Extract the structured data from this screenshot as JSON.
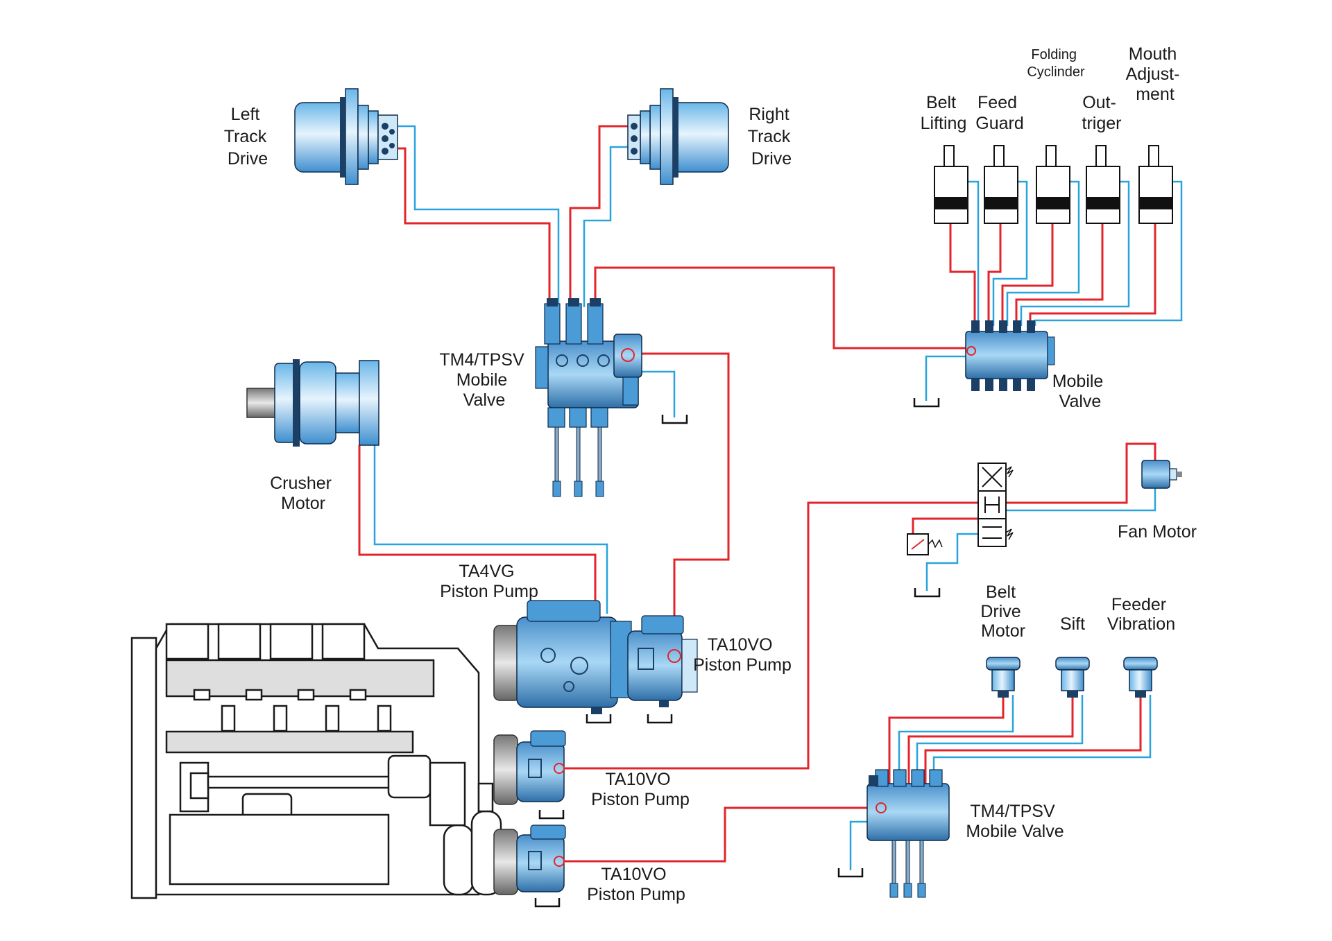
{
  "labels": {
    "left_track_drive": [
      "Left",
      "Track",
      "Drive"
    ],
    "right_track_drive": [
      "Right",
      "Track",
      "Drive"
    ],
    "belt_lifting": [
      "Belt",
      "Lifting"
    ],
    "feed_guard": [
      "Feed",
      "Guard"
    ],
    "folding_cyclinder": [
      "Folding",
      "Cyclinder"
    ],
    "outtriger": [
      "Out-",
      "triger"
    ],
    "mouth_adjustment": [
      "Mouth",
      "Adjust-",
      "ment"
    ],
    "tm4_tpsv_top": [
      "TM4/TPSV",
      "Mobile",
      "Valve"
    ],
    "mobile_valve": [
      "Mobile",
      "Valve"
    ],
    "crusher_motor": [
      "Crusher",
      "Motor"
    ],
    "fan_motor": [
      "Fan Motor"
    ],
    "ta4vg_pump": [
      "TA4VG",
      "Piston Pump"
    ],
    "ta10vo_pump_1": [
      "TA10VO",
      "Piston Pump"
    ],
    "ta10vo_pump_2": [
      "TA10VO",
      "Piston Pump"
    ],
    "ta10vo_pump_3": [
      "TA10VO",
      "Piston Pump"
    ],
    "belt_drive_motor": [
      "Belt",
      "Drive",
      "Motor"
    ],
    "sift": [
      "Sift"
    ],
    "feeder_vibration": [
      "Feeder",
      "Vibration"
    ],
    "tm4_tpsv_bottom": [
      "TM4/TPSV",
      "Mobile Valve"
    ]
  },
  "colors": {
    "pressure_line": "#e3242b",
    "return_line": "#2aa3dd",
    "component_light": "#a9d8f5",
    "component_mid": "#4a9bd6",
    "component_dark": "#1c3f66",
    "outline": "#1a1a1a"
  }
}
